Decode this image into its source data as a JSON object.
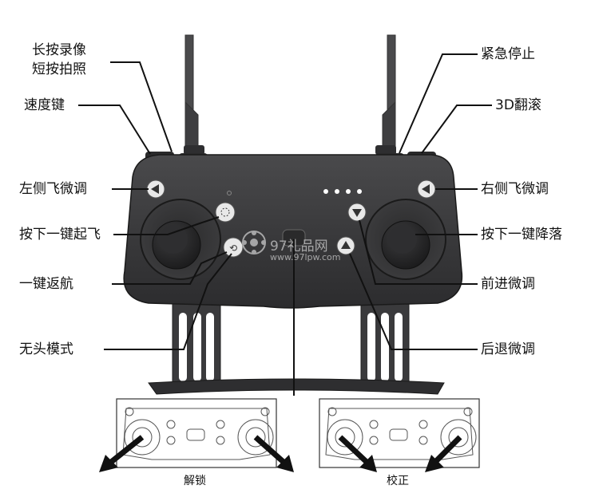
{
  "labels": {
    "record": "长按录像",
    "photo": "短按拍照",
    "speed": "速度键",
    "left_trim": "左侧飞微调",
    "takeoff": "按下一键起飞",
    "return": "一键返航",
    "headless": "无头模式",
    "emergency": "紧急停止",
    "flip": "3D翻滚",
    "right_trim": "右侧飞微调",
    "land": "按下一键降落",
    "forward_trim": "前进微调",
    "back_trim": "后退微调"
  },
  "diagrams": {
    "unlock": "解锁",
    "calibrate": "校正"
  },
  "watermark": {
    "name": "97礼品网",
    "url": "www.97lpw.com"
  },
  "colors": {
    "body": "#3a3a3c",
    "body_dark": "#2a2a2b",
    "outline": "#222222",
    "line": "#111111"
  }
}
